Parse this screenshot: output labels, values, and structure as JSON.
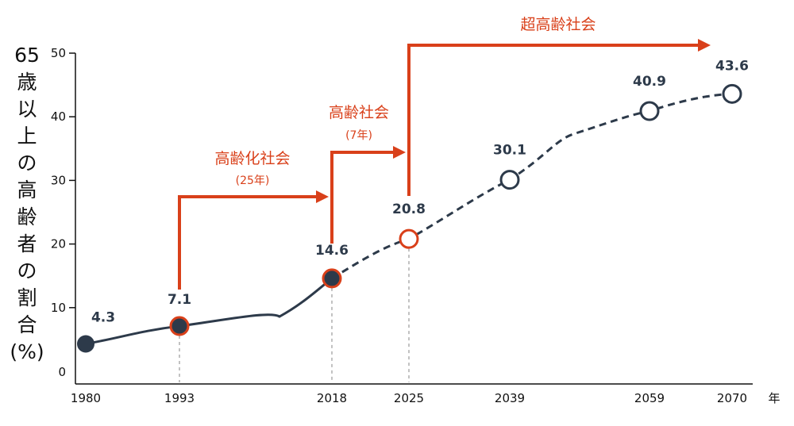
{
  "chart_data": {
    "type": "line",
    "ylabel": "65歳以上の高齢者の割合(%)",
    "ylabel_chars": [
      "65",
      "歳",
      "以",
      "上",
      "の",
      "高",
      "齢",
      "者",
      "の",
      "割",
      "合",
      "(%)"
    ],
    "xlabel": "年",
    "ylim": [
      0,
      50
    ],
    "yticks": [
      0,
      10,
      20,
      30,
      40,
      50
    ],
    "grid": false,
    "x": [
      1980,
      1993,
      2018,
      2025,
      2039,
      2059,
      2070
    ],
    "x_tick_labels": [
      "1980",
      "1993",
      "2018",
      "2025",
      "2039",
      "2059",
      "2070"
    ],
    "values": [
      4.3,
      7.1,
      14.6,
      20.8,
      30.1,
      40.9,
      43.6
    ],
    "value_labels": [
      "4.3",
      "7.1",
      "14.6",
      "20.8",
      "30.1",
      "40.9",
      "43.6"
    ],
    "actual_until": 2018,
    "projected_from": 2018,
    "point_styles": [
      "filled",
      "filled-highlight",
      "filled-highlight",
      "open-highlight",
      "open",
      "open",
      "open"
    ],
    "phases": [
      {
        "label": "高齢化社会",
        "sublabel": "(25年)",
        "from": 1993,
        "to": 2018,
        "threshold": 7
      },
      {
        "label": "高齢社会",
        "sublabel": "(7年)",
        "from": 2018,
        "to": 2025,
        "threshold": 14
      },
      {
        "label": "超高齢社会",
        "sublabel": "",
        "from": 2025,
        "to": null,
        "threshold": 21
      }
    ],
    "colors": {
      "line": "#2d3a4a",
      "highlight": "#d9401a",
      "open_fill": "#ffffff",
      "axis": "#111111",
      "guide": "#999999"
    }
  }
}
